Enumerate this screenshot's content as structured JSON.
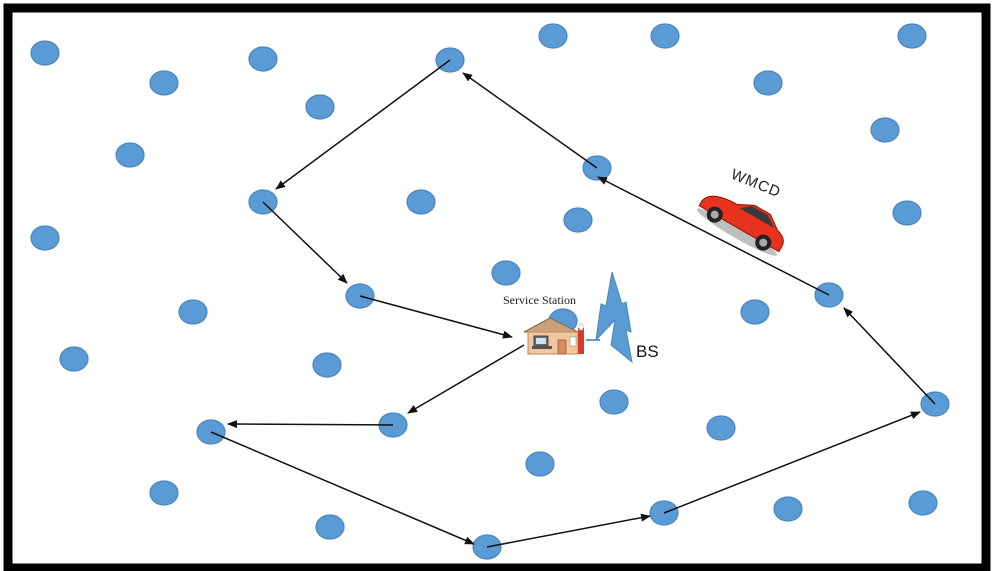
{
  "diagram": {
    "labels": {
      "service_station": "Service Station",
      "base_station": "BS",
      "vehicle": "WMCD"
    },
    "colors": {
      "node": "#5b9bd5",
      "tower": "#5b9bd5",
      "vehicle": "#e8321e",
      "route": "#111111",
      "border": "#000000"
    },
    "icons": [
      "service-station-house-icon",
      "base-station-tower-icon",
      "vehicle-car-icon"
    ]
  }
}
